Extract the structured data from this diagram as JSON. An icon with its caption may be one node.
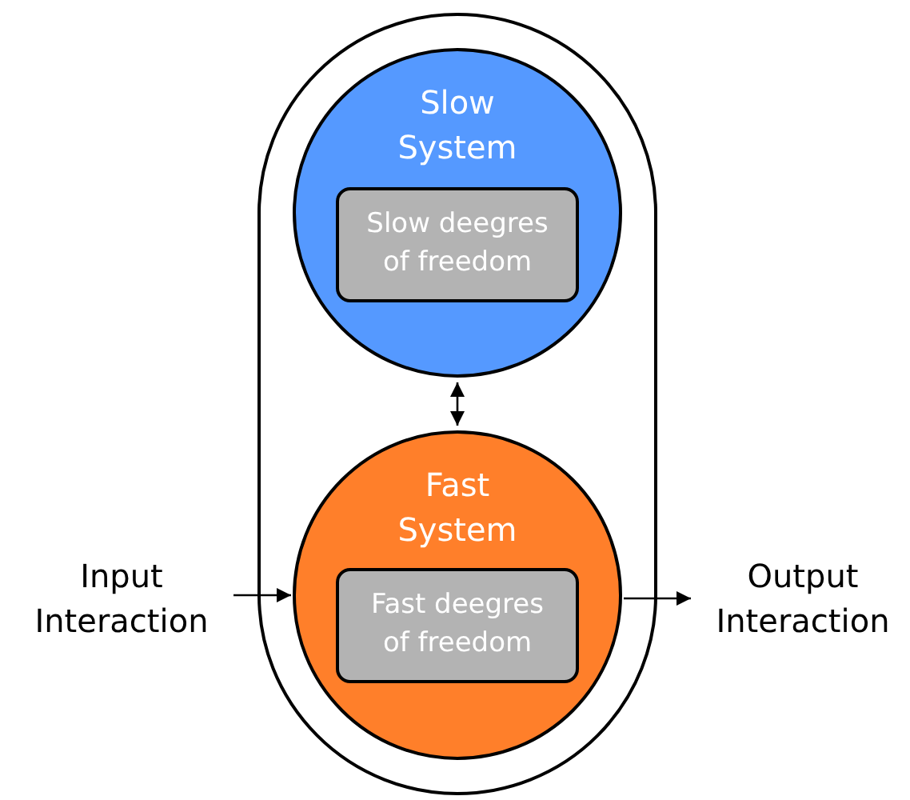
{
  "diagram": {
    "nodes": [
      {
        "text": [],
        "shape": "box"
      },
      {
        "text": [
          "Slow System"
        ],
        "in": 0
      },
      {
        "text": [
          "Slow deegres of freedom"
        ],
        "in": 1
      },
      {
        "text": [
          "Fast System"
        ],
        "in": 0
      },
      {
        "text": [
          "Fast deegres of freedom"
        ],
        "in": 3
      },
      {
        "text": [
          "Input Interaction"
        ]
      },
      {
        "text": [
          "Output Interaction"
        ]
      }
    ],
    "edges": [
      {
        "from": 1,
        "to": 3,
        "arrow": "both"
      },
      {
        "from": 5,
        "to": 3,
        "arrow": "to"
      },
      {
        "from": 3,
        "to": 6,
        "arrow": "to"
      }
    ]
  }
}
